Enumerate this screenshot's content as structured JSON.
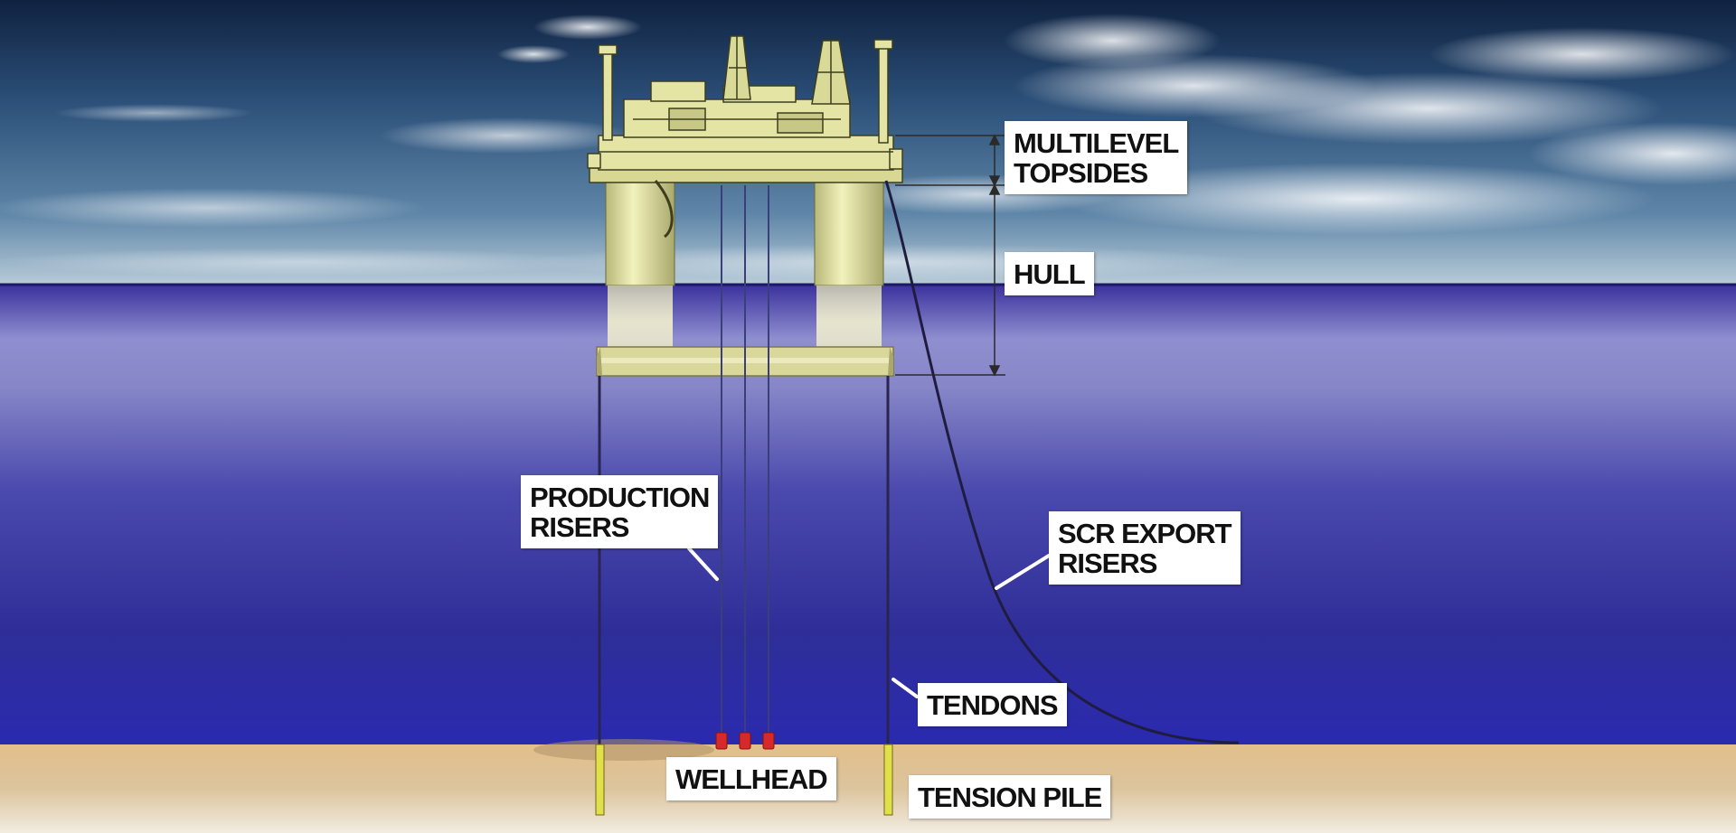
{
  "labels": {
    "topsides": "MULTILEVEL\nTOPSIDES",
    "hull": "HULL",
    "production_risers": "PRODUCTION\nRISERS",
    "scr_export_risers": "SCR EXPORT\nRISERS",
    "tendons": "TENDONS",
    "wellhead": "WELLHEAD",
    "tension_pile": "TENSION PILE"
  },
  "colors": {
    "sky_top": "#0f2240",
    "sky_mid": "#3f6f9a",
    "sky_horizon": "#c8d8e4",
    "sea_surface": "#4a3fa8",
    "sea_mid": "#7c7bc6",
    "sea_deep": "#2a2a8e",
    "seabed": "#d9b98a",
    "platform": "#e6e6a6",
    "platform_shade": "#a8a870",
    "wellhead": "#d62a2a",
    "label_bg": "#ffffff",
    "label_text": "#111111"
  }
}
